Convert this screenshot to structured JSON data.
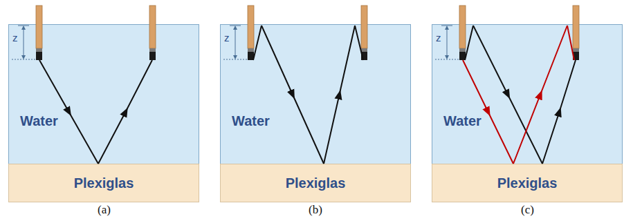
{
  "diagram": {
    "nodes": [
      {
        "text": [
          "Water"
        ]
      },
      {
        "text": [
          "Plexiglas"
        ]
      },
      {
        "text": [
          "Water"
        ]
      },
      {
        "text": [
          "Plexiglas"
        ]
      },
      {
        "text": [
          "Water"
        ]
      },
      {
        "text": [
          "Plexiglas"
        ]
      }
    ],
    "labels": [
      "z",
      "(a)",
      "z",
      "(b)",
      "z",
      "(c)"
    ]
  }
}
